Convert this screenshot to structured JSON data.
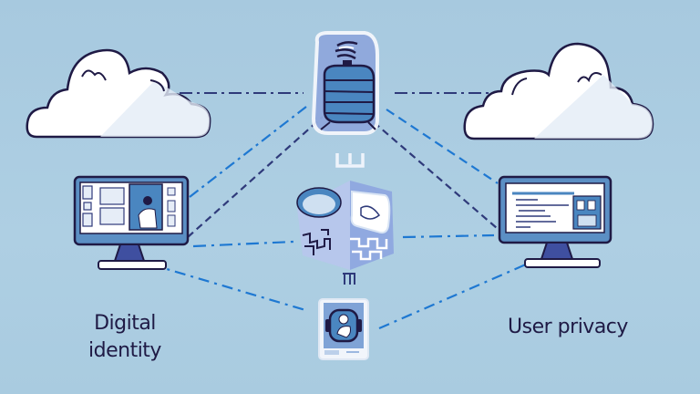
{
  "diagram": {
    "labels": {
      "left": [
        "Digital",
        "identity"
      ],
      "right": "User privacy"
    },
    "nodes": [
      {
        "id": "cloud-left",
        "icon": "cloud-icon"
      },
      {
        "id": "cloud-right",
        "icon": "cloud-icon"
      },
      {
        "id": "database",
        "icon": "database-barrel-icon"
      },
      {
        "id": "monitor-left",
        "icon": "monitor-profile-icon"
      },
      {
        "id": "monitor-right",
        "icon": "monitor-document-icon"
      },
      {
        "id": "hub",
        "icon": "data-cube-icon"
      },
      {
        "id": "tablet",
        "icon": "tablet-avatar-icon"
      }
    ],
    "connections": [
      {
        "from": "cloud-left",
        "to": "database",
        "style": "dash-dot",
        "color": "#2f3a7a"
      },
      {
        "from": "database",
        "to": "cloud-right",
        "style": "dash-dot",
        "color": "#2f3a7a"
      },
      {
        "from": "monitor-left",
        "to": "database",
        "style": "dash-dot",
        "color": "#1e78d2"
      },
      {
        "from": "monitor-left",
        "to": "database",
        "style": "dashed",
        "color": "#2f3a7a"
      },
      {
        "from": "database",
        "to": "monitor-right",
        "style": "dashed",
        "color": "#1e78d2"
      },
      {
        "from": "database",
        "to": "monitor-right",
        "style": "dashed",
        "color": "#2f3a7a"
      },
      {
        "from": "monitor-left",
        "to": "hub",
        "style": "dash-dot",
        "color": "#1e78d2"
      },
      {
        "from": "hub",
        "to": "monitor-right",
        "style": "dash-dot",
        "color": "#1e78d2"
      },
      {
        "from": "monitor-left",
        "to": "tablet",
        "style": "dash-dot",
        "color": "#1e78d2"
      },
      {
        "from": "tablet",
        "to": "monitor-right",
        "style": "dash-dot",
        "color": "#1e78d2"
      }
    ],
    "colors": {
      "background": "#a9cbe0",
      "outline": "#1f1a45",
      "accent_blue": "#1e78d2",
      "dark_navy": "#2f3a7a",
      "screen_blue": "#5b8fc4",
      "stand_blue": "#3f4fa0"
    }
  }
}
